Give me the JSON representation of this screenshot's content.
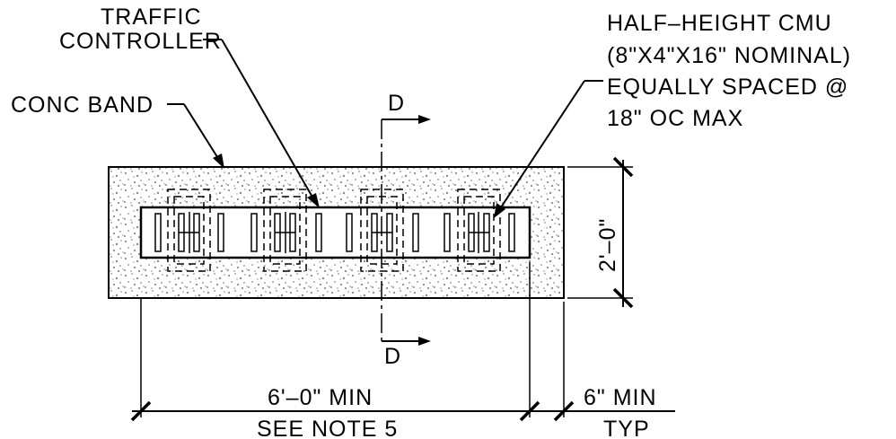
{
  "labels": {
    "traffic_controller_1": "TRAFFIC",
    "traffic_controller_2": "CONTROLLER",
    "conc_band": "CONC BAND",
    "cmu_1": "HALF–HEIGHT CMU",
    "cmu_2": "(8\"X4\"X16\" NOMINAL)",
    "cmu_3": "EQUALLY SPACED @",
    "cmu_4": "18\" OC MAX",
    "section_top": "D",
    "section_bottom": "D",
    "dim_height": "2'–0\"",
    "dim_width": "6'–0\" MIN",
    "dim_width_note": "SEE NOTE 5",
    "dim_offset": "6\" MIN",
    "dim_offset_note": "TYP"
  },
  "colors": {
    "ink": "#000000",
    "stipple": "#8a8a8a",
    "paper": "#ffffff"
  }
}
